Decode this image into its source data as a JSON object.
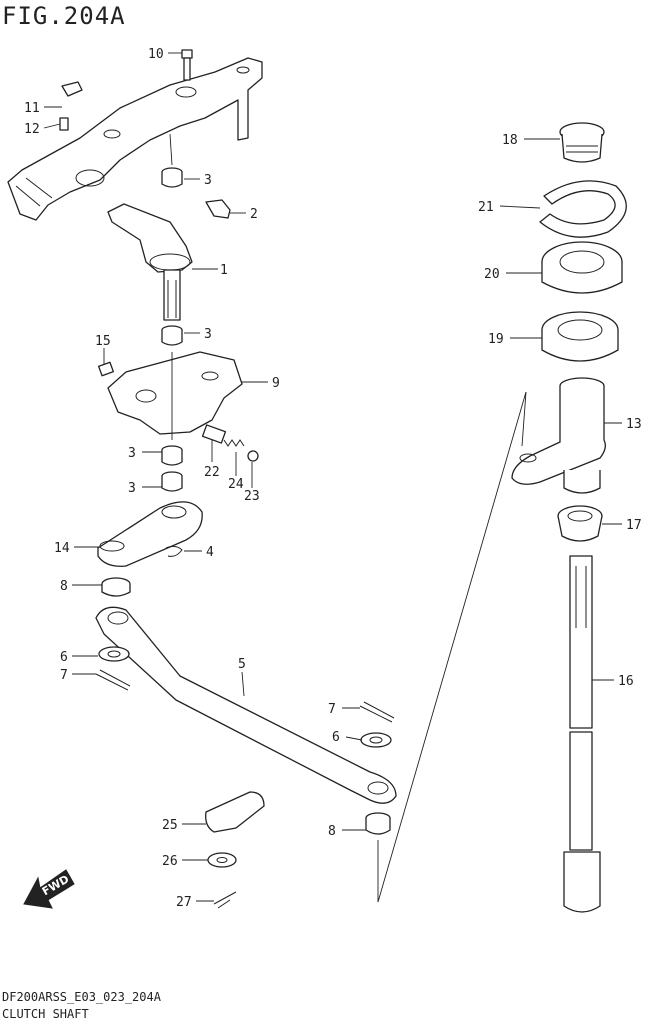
{
  "figure": {
    "title": "FIG.204A",
    "code": "DF200ARSS_E03_023_204A",
    "name": "CLUTCH SHAFT",
    "fwd_label": "FWD"
  },
  "callouts": [
    {
      "id": "c10",
      "text": "10"
    },
    {
      "id": "c11",
      "text": "11"
    },
    {
      "id": "c12",
      "text": "12"
    },
    {
      "id": "c3a",
      "text": "3"
    },
    {
      "id": "c2",
      "text": "2"
    },
    {
      "id": "c1",
      "text": "1"
    },
    {
      "id": "c3b",
      "text": "3"
    },
    {
      "id": "c15",
      "text": "15"
    },
    {
      "id": "c9",
      "text": "9"
    },
    {
      "id": "c3c",
      "text": "3"
    },
    {
      "id": "c22",
      "text": "22"
    },
    {
      "id": "c24",
      "text": "24"
    },
    {
      "id": "c23",
      "text": "23"
    },
    {
      "id": "c3d",
      "text": "3"
    },
    {
      "id": "c14",
      "text": "14"
    },
    {
      "id": "c4",
      "text": "4"
    },
    {
      "id": "c8a",
      "text": "8"
    },
    {
      "id": "c5",
      "text": "5"
    },
    {
      "id": "c6a",
      "text": "6"
    },
    {
      "id": "c7a",
      "text": "7"
    },
    {
      "id": "c7b",
      "text": "7"
    },
    {
      "id": "c6b",
      "text": "6"
    },
    {
      "id": "c8b",
      "text": "8"
    },
    {
      "id": "c25",
      "text": "25"
    },
    {
      "id": "c26",
      "text": "26"
    },
    {
      "id": "c27",
      "text": "27"
    },
    {
      "id": "c18",
      "text": "18"
    },
    {
      "id": "c21",
      "text": "21"
    },
    {
      "id": "c20",
      "text": "20"
    },
    {
      "id": "c19",
      "text": "19"
    },
    {
      "id": "c13",
      "text": "13"
    },
    {
      "id": "c17",
      "text": "17"
    },
    {
      "id": "c16",
      "text": "16"
    }
  ]
}
